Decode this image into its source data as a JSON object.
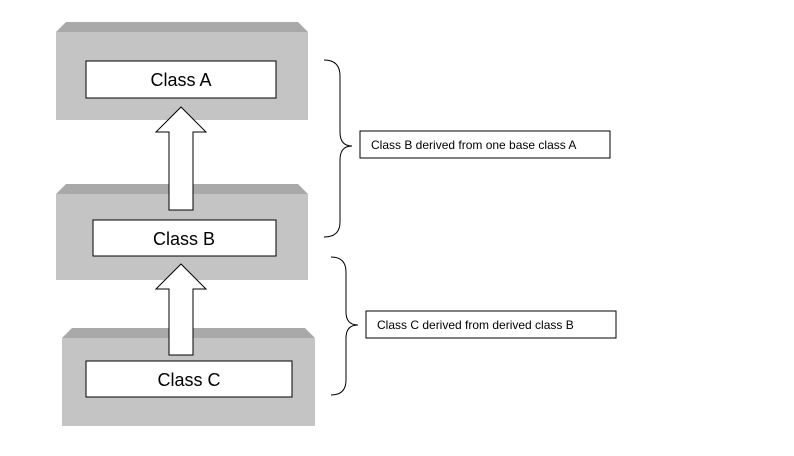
{
  "colors": {
    "block_fill": "#c4c4c4",
    "block_top": "#a9a9a9",
    "box_fill": "#ffffff",
    "stroke": "#000000",
    "background": "#ffffff"
  },
  "classes": {
    "a": {
      "label": "Class A"
    },
    "b": {
      "label": "Class B"
    },
    "c": {
      "label": "Class C"
    }
  },
  "notes": {
    "b": {
      "text": "Class B derived from one base class A"
    },
    "c": {
      "text": "Class C derived from derived class B"
    }
  },
  "icons": {
    "arrow_ab": "up-arrow-icon",
    "arrow_bc": "up-arrow-icon",
    "brace_b": "right-brace-icon",
    "brace_c": "right-brace-icon"
  }
}
